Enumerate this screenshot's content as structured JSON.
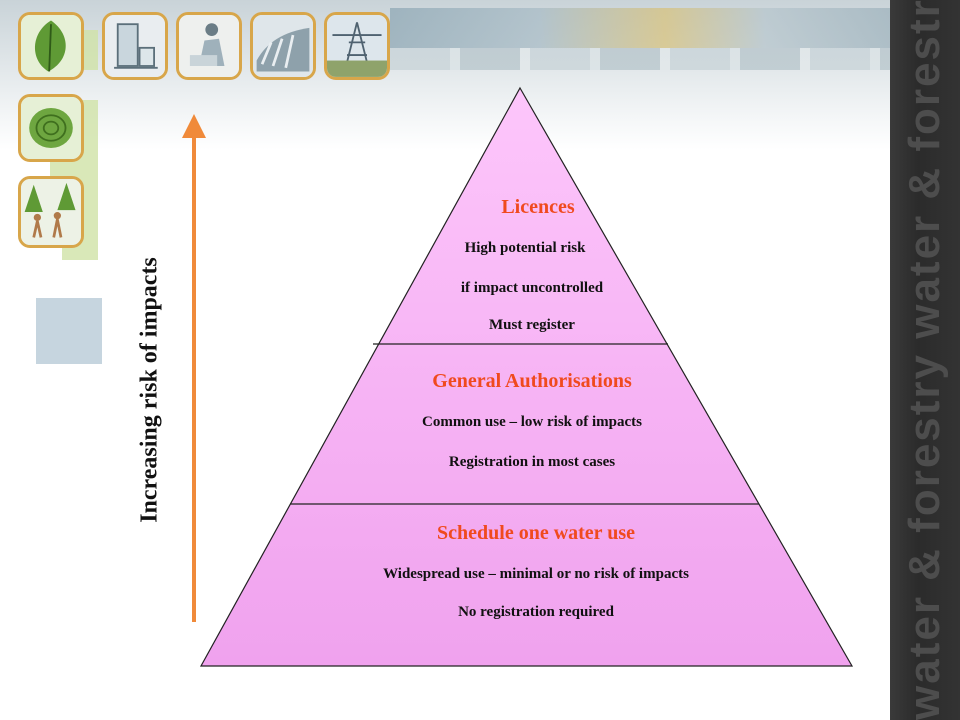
{
  "risk_axis_label": "Increasing risk of impacts",
  "watermark": "water & forestry   water & forestry   wa",
  "colors": {
    "pyramid_fill_top": "#fdc2fb",
    "pyramid_fill_bottom": "#f3a8f0",
    "title_accent": "#f04a1e",
    "arrow": "#f08a3a",
    "thumb_border": "#d8a64a"
  },
  "tiers": [
    {
      "title": "Licences",
      "lines": [
        "High potential risk",
        "if impact uncontrolled",
        "Must register"
      ]
    },
    {
      "title": "General Authorisations",
      "lines": [
        "Common use – low risk of impacts",
        "Registration in most cases"
      ]
    },
    {
      "title": "Schedule one water use",
      "lines": [
        "Widespread use – minimal or no risk of impacts",
        "No registration required"
      ]
    }
  ],
  "decor_icons": [
    "leaf-icon",
    "water-tank-icon",
    "worker-icon",
    "dam-icon",
    "pylon-icon",
    "tree-ring-icon",
    "forest-people-icon"
  ]
}
